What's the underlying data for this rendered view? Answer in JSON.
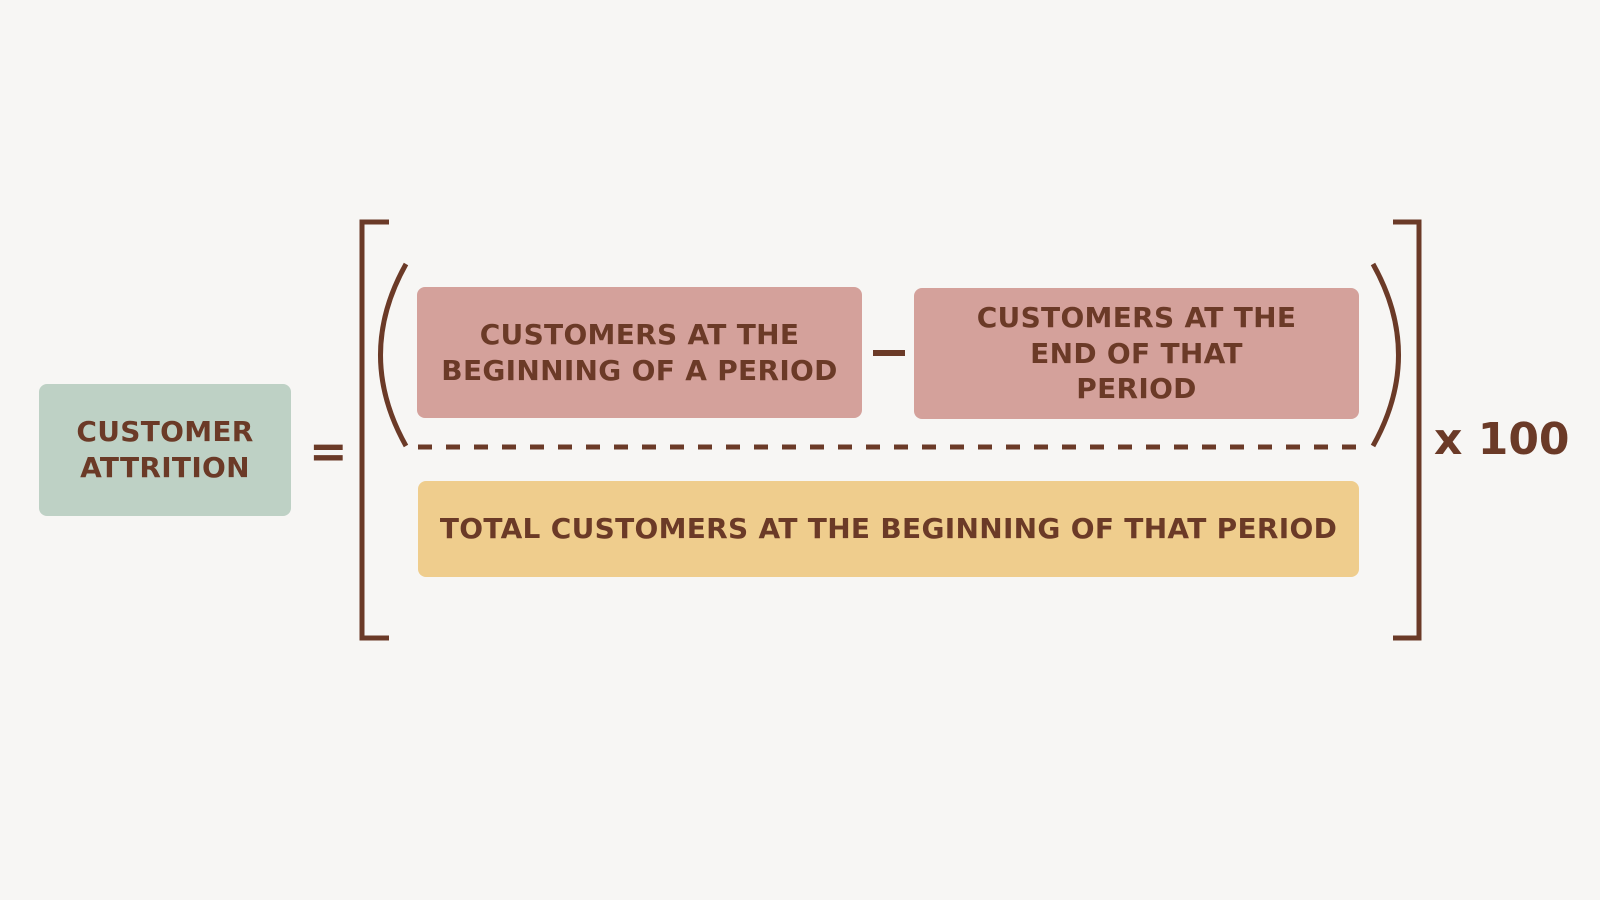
{
  "formula": {
    "lhs": "CUSTOMER ATTRITION",
    "equals": "=",
    "numerator": {
      "left": "CUSTOMERS AT THE BEGINNING OF A PERIOD",
      "operator": "−",
      "right": "CUSTOMERS AT THE END OF THAT PERIOD"
    },
    "denominator": "TOTAL CUSTOMERS AT THE BEGINNING OF THAT PERIOD",
    "multiplier": "x 100"
  },
  "colors": {
    "text": "#6b3a27",
    "lhs_box": "#bed1c5",
    "numerator_boxes": "#d4a19b",
    "denominator_box": "#efcd8d",
    "background": "#f7f6f4"
  }
}
